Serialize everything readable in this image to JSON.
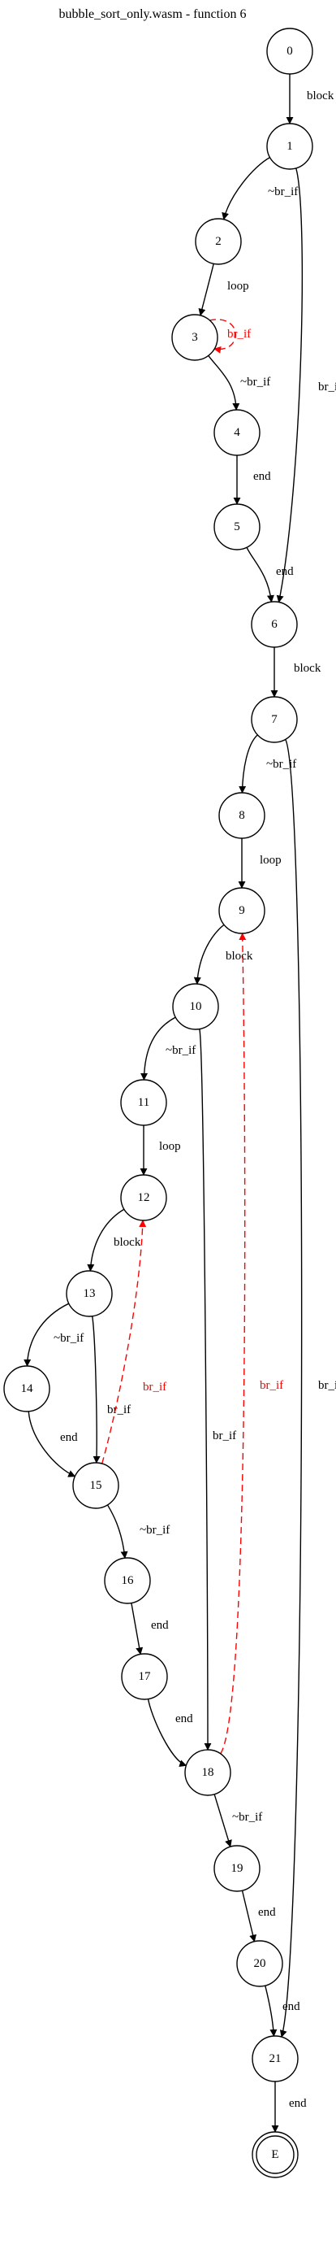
{
  "title": "bubble_sort_only.wasm - function 6",
  "colors": {
    "normal": "#000000",
    "back": "#ff0000"
  },
  "nodes": [
    {
      "id": "0",
      "label": "0"
    },
    {
      "id": "1",
      "label": "1"
    },
    {
      "id": "2",
      "label": "2"
    },
    {
      "id": "3",
      "label": "3"
    },
    {
      "id": "4",
      "label": "4"
    },
    {
      "id": "5",
      "label": "5"
    },
    {
      "id": "6",
      "label": "6"
    },
    {
      "id": "7",
      "label": "7"
    },
    {
      "id": "8",
      "label": "8"
    },
    {
      "id": "9",
      "label": "9"
    },
    {
      "id": "10",
      "label": "10"
    },
    {
      "id": "11",
      "label": "11"
    },
    {
      "id": "12",
      "label": "12"
    },
    {
      "id": "13",
      "label": "13"
    },
    {
      "id": "14",
      "label": "14"
    },
    {
      "id": "15",
      "label": "15"
    },
    {
      "id": "16",
      "label": "16"
    },
    {
      "id": "17",
      "label": "17"
    },
    {
      "id": "18",
      "label": "18"
    },
    {
      "id": "19",
      "label": "19"
    },
    {
      "id": "20",
      "label": "20"
    },
    {
      "id": "21",
      "label": "21"
    },
    {
      "id": "E",
      "label": "E",
      "final": true
    }
  ],
  "edges": [
    {
      "from": "0",
      "to": "1",
      "label": "block"
    },
    {
      "from": "1",
      "to": "2",
      "label": "~br_if"
    },
    {
      "from": "1",
      "to": "6",
      "label": "br_if"
    },
    {
      "from": "2",
      "to": "3",
      "label": "loop"
    },
    {
      "from": "3",
      "to": "3",
      "label": "br_if",
      "back": true
    },
    {
      "from": "3",
      "to": "4",
      "label": "~br_if"
    },
    {
      "from": "4",
      "to": "5",
      "label": "end"
    },
    {
      "from": "5",
      "to": "6",
      "label": "end"
    },
    {
      "from": "6",
      "to": "7",
      "label": "block"
    },
    {
      "from": "7",
      "to": "8",
      "label": "~br_if"
    },
    {
      "from": "7",
      "to": "21",
      "label": "br_if"
    },
    {
      "from": "8",
      "to": "9",
      "label": "loop"
    },
    {
      "from": "9",
      "to": "10",
      "label": "block"
    },
    {
      "from": "10",
      "to": "11",
      "label": "~br_if"
    },
    {
      "from": "10",
      "to": "18",
      "label": "br_if"
    },
    {
      "from": "11",
      "to": "12",
      "label": "loop"
    },
    {
      "from": "12",
      "to": "13",
      "label": "block"
    },
    {
      "from": "13",
      "to": "14",
      "label": "~br_if"
    },
    {
      "from": "13",
      "to": "15",
      "label": "br_if"
    },
    {
      "from": "14",
      "to": "15",
      "label": "end"
    },
    {
      "from": "15",
      "to": "12",
      "label": "br_if",
      "back": true
    },
    {
      "from": "15",
      "to": "16",
      "label": "~br_if"
    },
    {
      "from": "16",
      "to": "17",
      "label": "end"
    },
    {
      "from": "17",
      "to": "18",
      "label": "end"
    },
    {
      "from": "18",
      "to": "9",
      "label": "br_if",
      "back": true
    },
    {
      "from": "18",
      "to": "19",
      "label": "~br_if"
    },
    {
      "from": "19",
      "to": "20",
      "label": "end"
    },
    {
      "from": "20",
      "to": "21",
      "label": "end"
    },
    {
      "from": "21",
      "to": "E",
      "label": "end"
    }
  ]
}
